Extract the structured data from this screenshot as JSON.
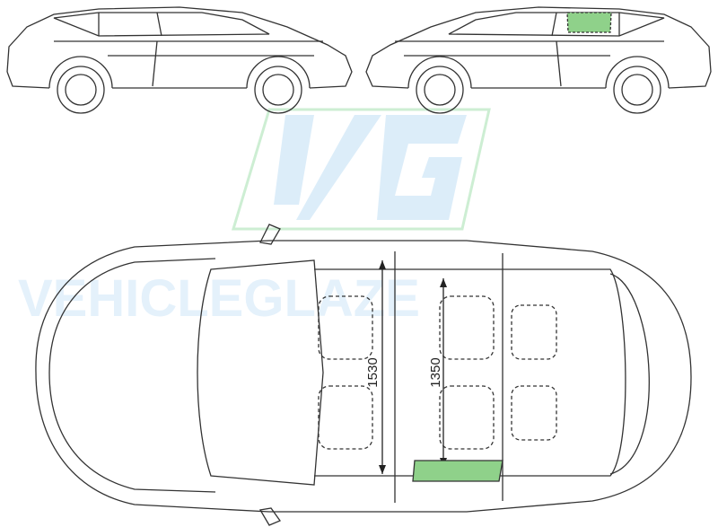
{
  "diagram": {
    "type": "vehicle-glass-schematic",
    "views": [
      "left-side-view",
      "right-side-view",
      "top-view"
    ],
    "highlight_color": "#8fd18a",
    "line_color": "#333333",
    "dimensions": {
      "width_outer": "1530",
      "width_inner": "1350"
    },
    "highlighted_part": "rear right door glass"
  },
  "watermark": {
    "logo": "VG",
    "text": "VEHICLEGLAZE",
    "color_primary": "#d6eaf8",
    "color_frame": "#c8ebcf"
  }
}
